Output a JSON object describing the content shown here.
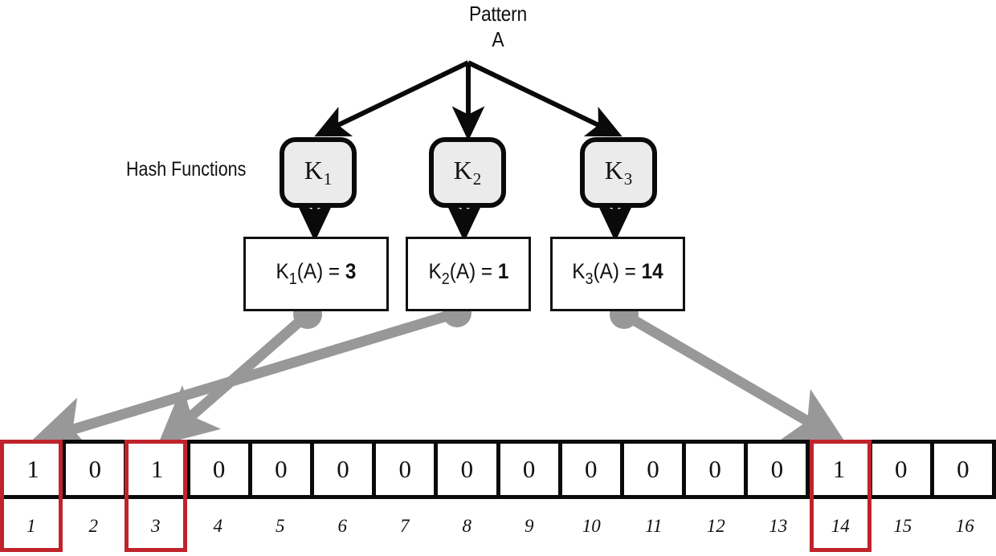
{
  "diagram": {
    "title": "Pattern",
    "subtitle": "A",
    "hash_label": "Hash Functions",
    "accent_red": "#c0232b",
    "arrow_gray": "#989898",
    "box_fill": "#ebebeb"
  },
  "hash_functions": [
    {
      "name": "K",
      "sub": "1"
    },
    {
      "name": "K",
      "sub": "2"
    },
    {
      "name": "K",
      "sub": "3"
    }
  ],
  "results": [
    {
      "fn": "K",
      "sub": "1",
      "arg": "(A) =",
      "value": "3"
    },
    {
      "fn": "K",
      "sub": "2",
      "arg": "(A) =",
      "value": "1"
    },
    {
      "fn": "K",
      "sub": "3",
      "arg": "(A) =",
      "value": "14"
    }
  ],
  "bit_array": {
    "size": 16,
    "bits": [
      "1",
      "0",
      "1",
      "0",
      "0",
      "0",
      "0",
      "0",
      "0",
      "0",
      "0",
      "0",
      "0",
      "1",
      "0",
      "0"
    ],
    "indices": [
      "1",
      "2",
      "3",
      "4",
      "5",
      "6",
      "7",
      "8",
      "9",
      "10",
      "11",
      "12",
      "13",
      "14",
      "15",
      "16"
    ],
    "highlighted_indices": [
      1,
      3,
      14
    ]
  }
}
